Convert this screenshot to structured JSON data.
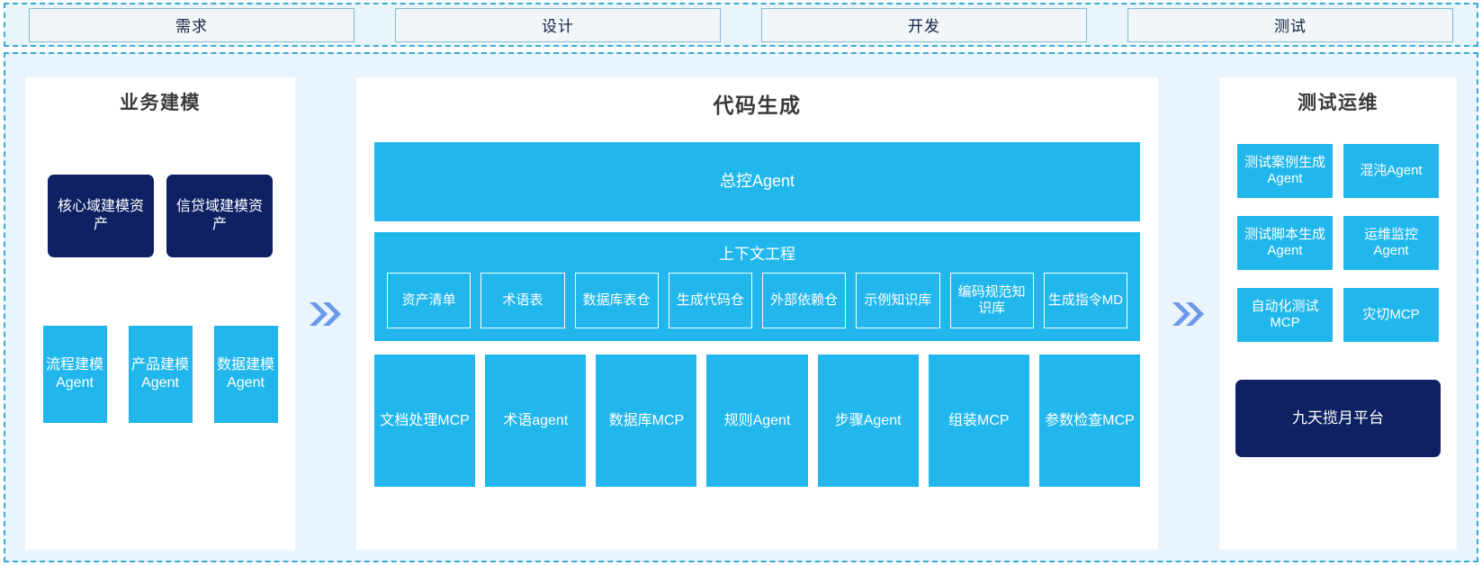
{
  "phases": [
    {
      "label": "需求"
    },
    {
      "label": "设计"
    },
    {
      "label": "开发"
    },
    {
      "label": "测试"
    }
  ],
  "left_panel": {
    "title": "业务建模",
    "assets": [
      {
        "label": "核心域建模资产"
      },
      {
        "label": "信贷域建模资产"
      }
    ],
    "agents": [
      {
        "label": "流程建模Agent"
      },
      {
        "label": "产品建模Agent"
      },
      {
        "label": "数据建模Agent"
      }
    ]
  },
  "center_panel": {
    "title": "代码生成",
    "master_agent": "总控Agent",
    "context": {
      "title": "上下文工程",
      "items": [
        {
          "label": "资产清单"
        },
        {
          "label": "术语表"
        },
        {
          "label": "数据库表仓"
        },
        {
          "label": "生成代码仓"
        },
        {
          "label": "外部依赖仓"
        },
        {
          "label": "示例知识库"
        },
        {
          "label": "编码规范知识库"
        },
        {
          "label": "生成指令MD"
        }
      ]
    },
    "tools": [
      {
        "label": "文档处理MCP"
      },
      {
        "label": "术语agent"
      },
      {
        "label": "数据库MCP"
      },
      {
        "label": "规则Agent"
      },
      {
        "label": "步骤Agent"
      },
      {
        "label": "组装MCP"
      },
      {
        "label": "参数检查MCP"
      }
    ]
  },
  "right_panel": {
    "title": "测试运维",
    "items": [
      {
        "label": "测试案例生成Agent"
      },
      {
        "label": "混沌Agent"
      },
      {
        "label": "测试脚本生成Agent"
      },
      {
        "label": "运维监控Agent"
      },
      {
        "label": "自动化测试MCP"
      },
      {
        "label": "灾切MCP"
      }
    ],
    "platform": "九天揽月平台"
  },
  "colors": {
    "cyan": "#21b7ec",
    "navy": "#0d2163",
    "chevron": "#6d9ae8",
    "dashed_border": "#3aabd4",
    "panel_bg": "#e9f4fc"
  }
}
